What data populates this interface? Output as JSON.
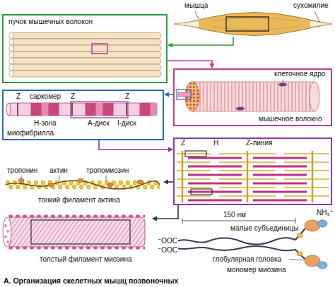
{
  "diagram": {
    "caption": "А. Организация скелетных мышц позвоночных",
    "nodes": [
      {
        "text": [
          "мышца",
          "сухожилие"
        ]
      },
      {
        "text": [
          "пучок мышечных волокон"
        ]
      },
      {
        "text": [
          "клеточное ядро",
          "мышечное волокно"
        ]
      },
      {
        "text": [
          "Z",
          "саркомер",
          "Z",
          "Z",
          "H-зона",
          "A-диск",
          "I-диск",
          "миофибрилла"
        ]
      },
      {
        "text": [
          "Z",
          "H",
          "Z-линия"
        ]
      },
      {
        "text": [
          "тропонин",
          "актин",
          "тропомиозин",
          "тонкий филамент актина"
        ]
      },
      {
        "text": [
          "толстый филамент миозина"
        ]
      }
    ],
    "edges": [
      {
        "from": 0,
        "to": 1,
        "arrow": "to"
      },
      {
        "from": 1,
        "to": 2,
        "arrow": "to"
      },
      {
        "from": 2,
        "to": 3,
        "arrow": "to"
      },
      {
        "from": 3,
        "to": 4,
        "arrow": "to"
      },
      {
        "from": 4,
        "to": 5,
        "arrow": "to"
      },
      {
        "from": 4,
        "to": 6,
        "arrow": "to"
      }
    ],
    "labels": [
      "150 нм",
      "⁻OOC",
      "⁻OOC",
      "NH₃⁺",
      "малые субъединицы",
      "глобулярная головка",
      "мономер миозина"
    ]
  }
}
